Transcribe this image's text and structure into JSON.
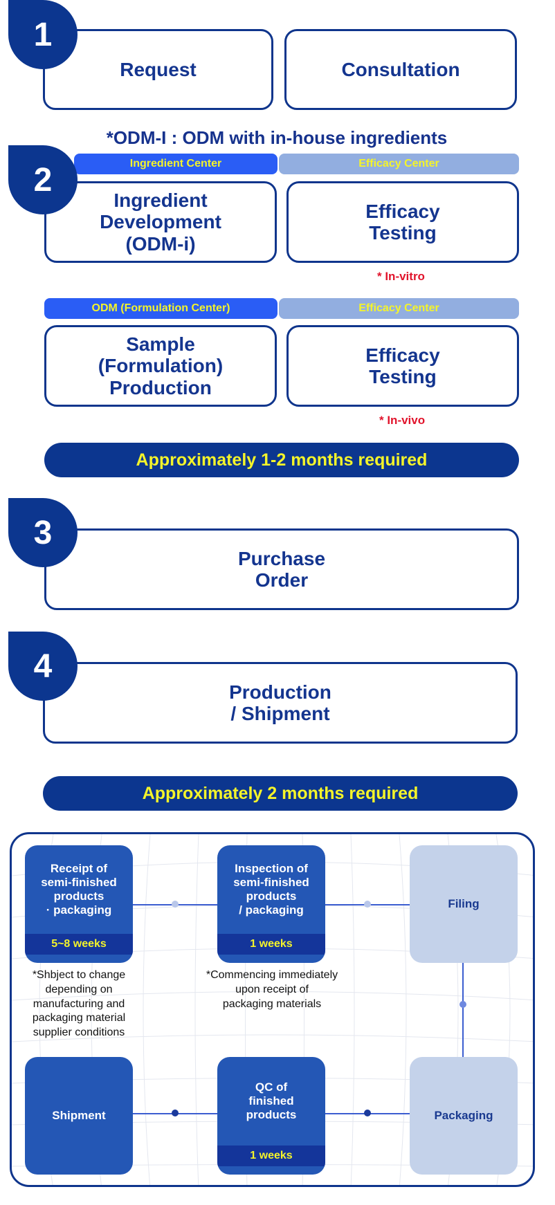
{
  "steps": [
    {
      "number": "1"
    },
    {
      "number": "2"
    },
    {
      "number": "3"
    },
    {
      "number": "4"
    }
  ],
  "step1": {
    "request": "Request",
    "consultation": "Consultation"
  },
  "odm_note": "*ODM-I : ODM with in-house ingredients",
  "step2": {
    "tag_ingredient": "Ingredient Center",
    "tag_efficacy_1": "Efficacy Center",
    "ingredient_dev": "Ingredient\nDevelopment\n(ODM-i)",
    "efficacy_1": "Efficacy\nTesting",
    "in_vitro": "* In-vitro",
    "tag_odm": "ODM (Formulation Center)",
    "tag_efficacy_2": "Efficacy Center",
    "sample": "Sample\n(Formulation)\nProduction",
    "efficacy_2": "Efficacy\nTesting",
    "in_vivo": "* In-vivo"
  },
  "duration_1": "Approximately 1-2 months required",
  "step3": {
    "purchase_order": "Purchase\nOrder"
  },
  "step4": {
    "production": "Production\n/ Shipment"
  },
  "duration_2": "Approximately 2 months required",
  "process": {
    "receipt": "Receipt of\nsemi-finished\nproducts\n· packaging",
    "receipt_weeks": "5~8 weeks",
    "receipt_note": "*Shbject to change\ndepending on\nmanufacturing and\npackaging material\nsupplier conditions",
    "inspection": "Inspection of\nsemi-finished\nproducts\n/ packaging",
    "inspection_weeks": "1 weeks",
    "inspection_note": "*Commencing immediately\nupon receipt of\npackaging materials",
    "filing": "Filing",
    "shipment": "Shipment",
    "qc": "QC of\nfinished\nproducts",
    "qc_weeks": "1 weeks",
    "packaging": "Packaging"
  },
  "colors": {
    "navy": "#0c368f",
    "accent_blue": "#2a5df5",
    "light_blue": "#92aee0",
    "yellow": "#f4f42a",
    "red": "#e1142c"
  }
}
